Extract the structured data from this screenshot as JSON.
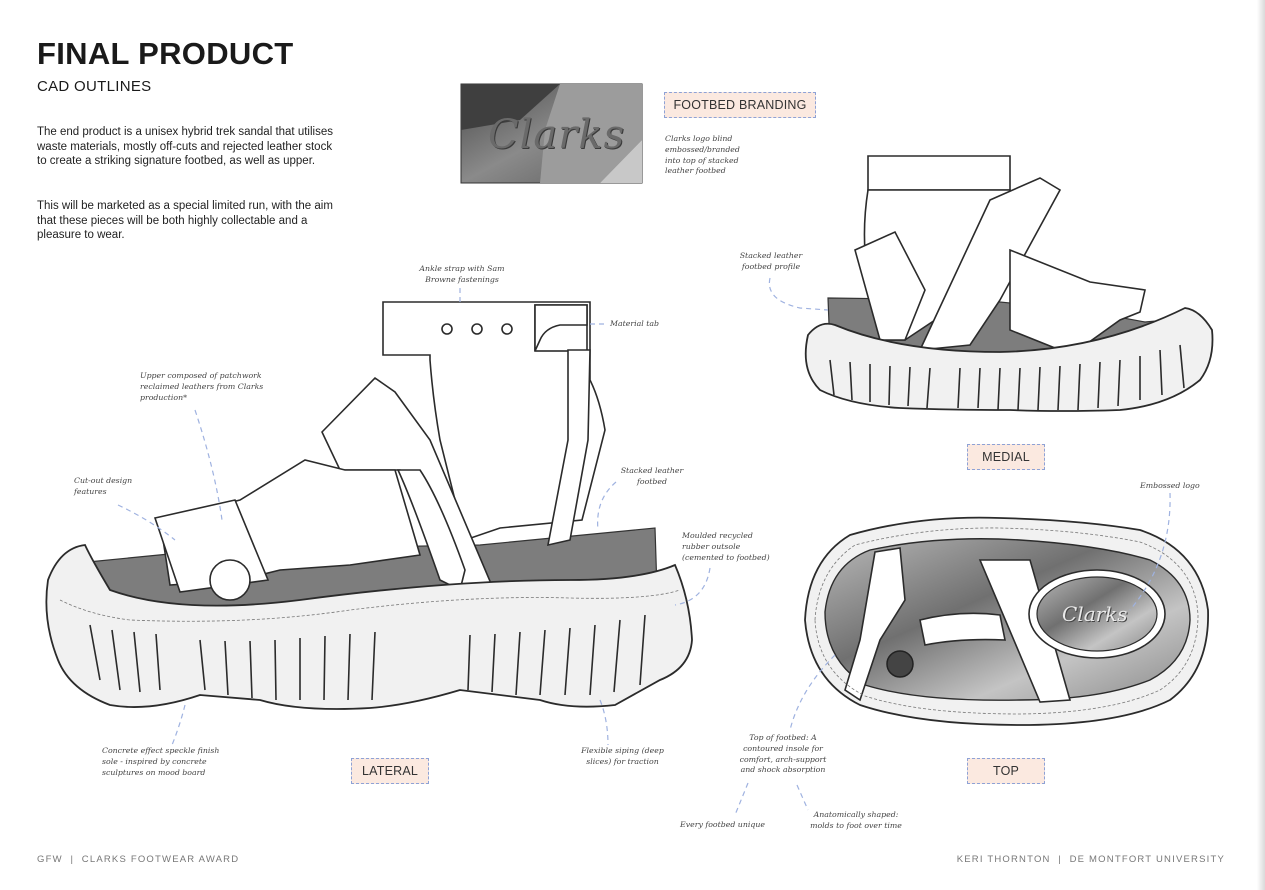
{
  "header": {
    "title": "FINAL PRODUCT",
    "subtitle": "CAD OUTLINES"
  },
  "intro": {
    "paragraph_1": "The end product is a unisex hybrid trek sandal that utilises  waste materials, mostly off-cuts and rejected leather stock to create a striking signature footbed, as well as upper.",
    "paragraph_2": "This will be marketed as a special limited run, with the aim that these pieces will be both highly collectable and a pleasure to wear."
  },
  "branding": {
    "logo_text": "Clarks",
    "tag": "FOOTBED BRANDING",
    "note": "Clarks logo blind embossed/branded into top of stacked leather footbed"
  },
  "views": {
    "lateral": "LATERAL",
    "medial": "MEDIAL",
    "top": "TOP"
  },
  "annotations": {
    "ankle_strap": "Ankle strap with Sam Browne fastenings",
    "material_tab": "Material tab",
    "upper": "Upper composed of patchwork reclaimed leathers from Clarks production*",
    "cutout": "Cut-out design features",
    "stacked_footbed": "Stacked leather footbed",
    "outsole": "Moulded recycled rubber outsole (cemented to footbed)",
    "concrete": "Concrete effect speckle finish sole - inspired by concrete sculptures on mood board",
    "siping": "Flexible siping (deep slices) for traction",
    "medial_profile": "Stacked leather footbed profile",
    "embossed_logo": "Embossed logo",
    "top_footbed": "Top of footbed: A contoured insole for comfort, arch-support and shock absorption",
    "unique": "Every footbed unique",
    "anatomic": "Anatomically shaped: molds to foot over time",
    "top_logo": "Clarks"
  },
  "footer": {
    "left": "GFW  |  CLARKS FOOTWEAR AWARD",
    "right": "KERI THORNTON  |  DE MONTFORT UNIVERSITY"
  }
}
